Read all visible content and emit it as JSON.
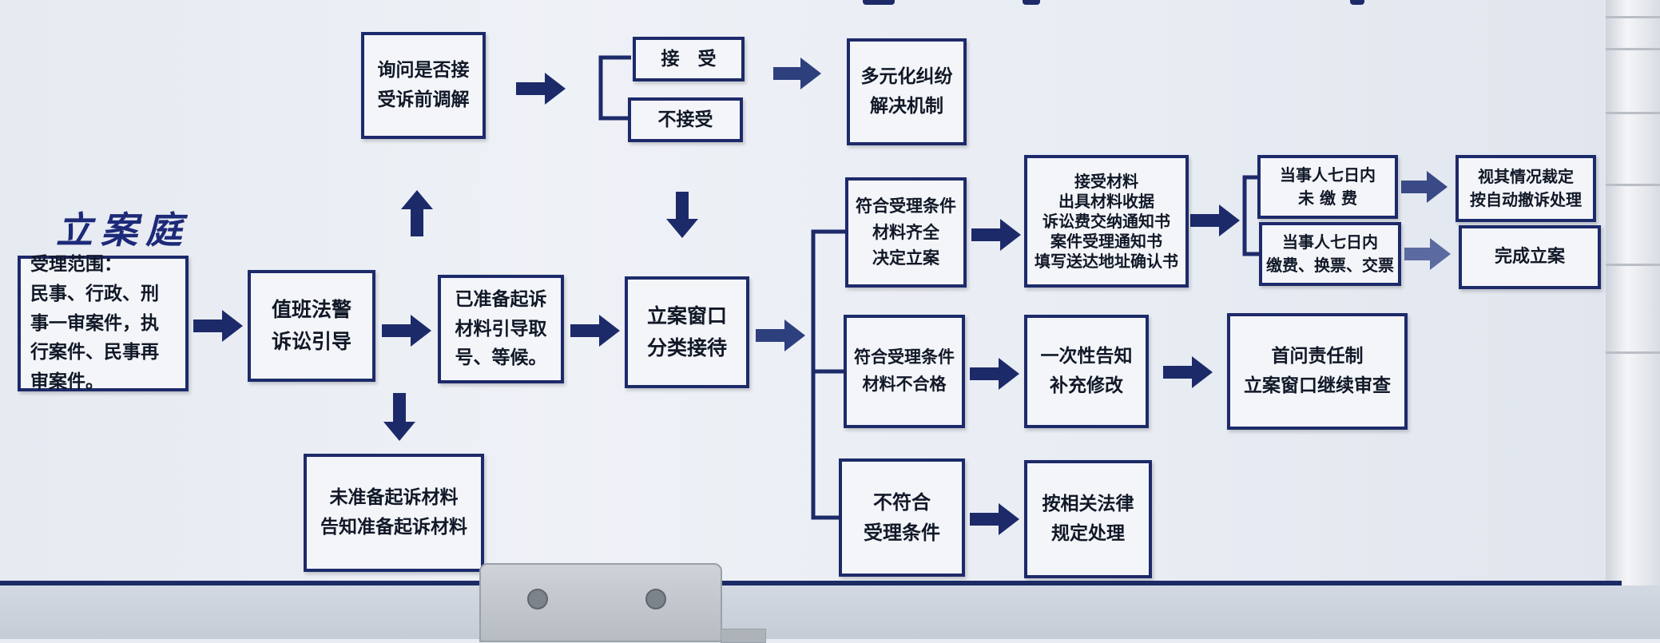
{
  "title": "立案庭",
  "boxes": {
    "scope": [
      "受理范围：",
      "民事、行政、刑",
      "事一审案件，执",
      "行案件、民事再",
      "审案件。"
    ],
    "police": [
      "值班法警",
      "诉讼引导"
    ],
    "ready": [
      "已准备起诉",
      "材料引导取",
      "号、等候。"
    ],
    "not_ready": [
      "未准备起诉材料",
      "告知准备起诉材料"
    ],
    "mediation": [
      "询问是否接",
      "受诉前调解"
    ],
    "accept": "接　受",
    "reject": "不接受",
    "diverse": [
      "多元化纠纷",
      "解决机制"
    ],
    "window": [
      "立案窗口",
      "分类接待"
    ],
    "ok": [
      "符合受理条件",
      "材料齐全",
      "决定立案"
    ],
    "materials": [
      "接受材料",
      "出具材料收据",
      "诉讼费交纳通知书",
      "案件受理通知书",
      "填写送达地址确认书"
    ],
    "unpaid": [
      "当事人七日内",
      "未 缴 费"
    ],
    "paid": [
      "当事人七日内",
      "缴费、换票、交票"
    ],
    "withdraw": [
      "视其情况裁定",
      "按自动撤诉处理"
    ],
    "complete": "完成立案",
    "incomplete": [
      "符合受理条件",
      "材料不合格"
    ],
    "notify": [
      "一次性告知",
      "补充修改"
    ],
    "first": [
      "首问责任制",
      "立案窗口继续审查"
    ],
    "noncomply": [
      "不符合",
      "受理条件"
    ],
    "law": [
      "按相关法律",
      "规定处理"
    ]
  }
}
